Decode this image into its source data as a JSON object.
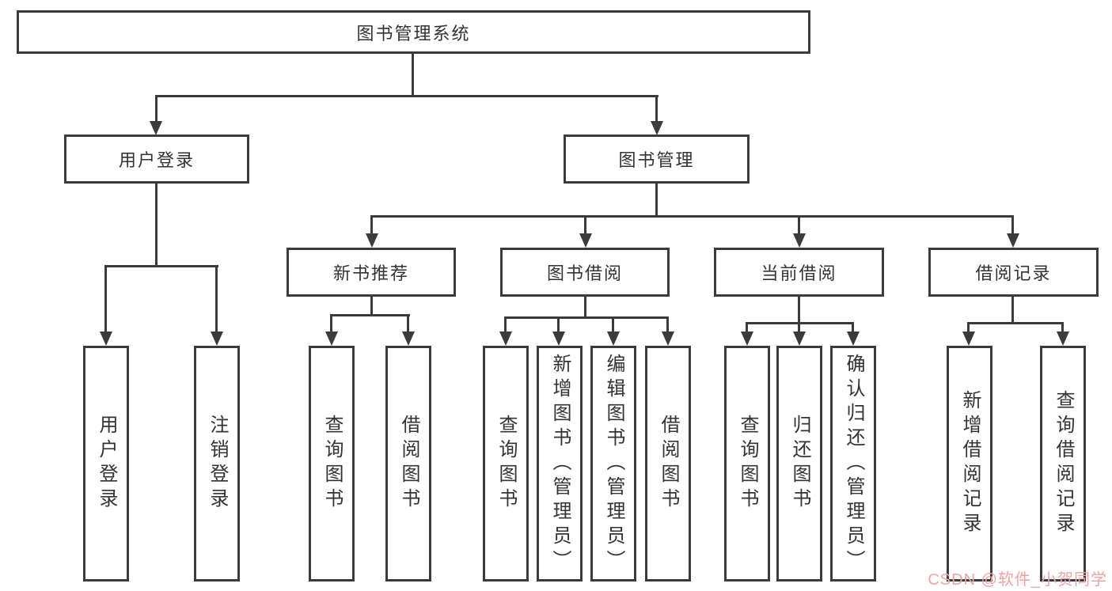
{
  "nodes": {
    "root": "图书管理系统",
    "user_login": "用户登录",
    "book_mgmt": "图书管理",
    "new_books": "新书推荐",
    "book_borrow": "图书借阅",
    "current_borrow": "当前借阅",
    "borrow_records": "借阅记录",
    "leaf_user_login": "用户登录",
    "leaf_logout": "注销登录",
    "leaf_nb_query": "查询图书",
    "leaf_nb_borrow": "借阅图书",
    "leaf_bb_query": "查询图书",
    "leaf_bb_add": "新增图书（管理员）",
    "leaf_bb_edit": "编辑图书（管理员）",
    "leaf_bb_borrow": "借阅图书",
    "leaf_cb_query": "查询图书",
    "leaf_cb_return": "归还图书",
    "leaf_cb_confirm": "确认归还（管理员）",
    "leaf_br_add": "新增借阅记录",
    "leaf_br_query": "查询借阅记录"
  },
  "watermark": "CSDN @软件_小贺同学",
  "colors": {
    "line": "#3b3b3b",
    "text": "#333333",
    "watermark": "#f1a3a3",
    "background": "#ffffff"
  }
}
